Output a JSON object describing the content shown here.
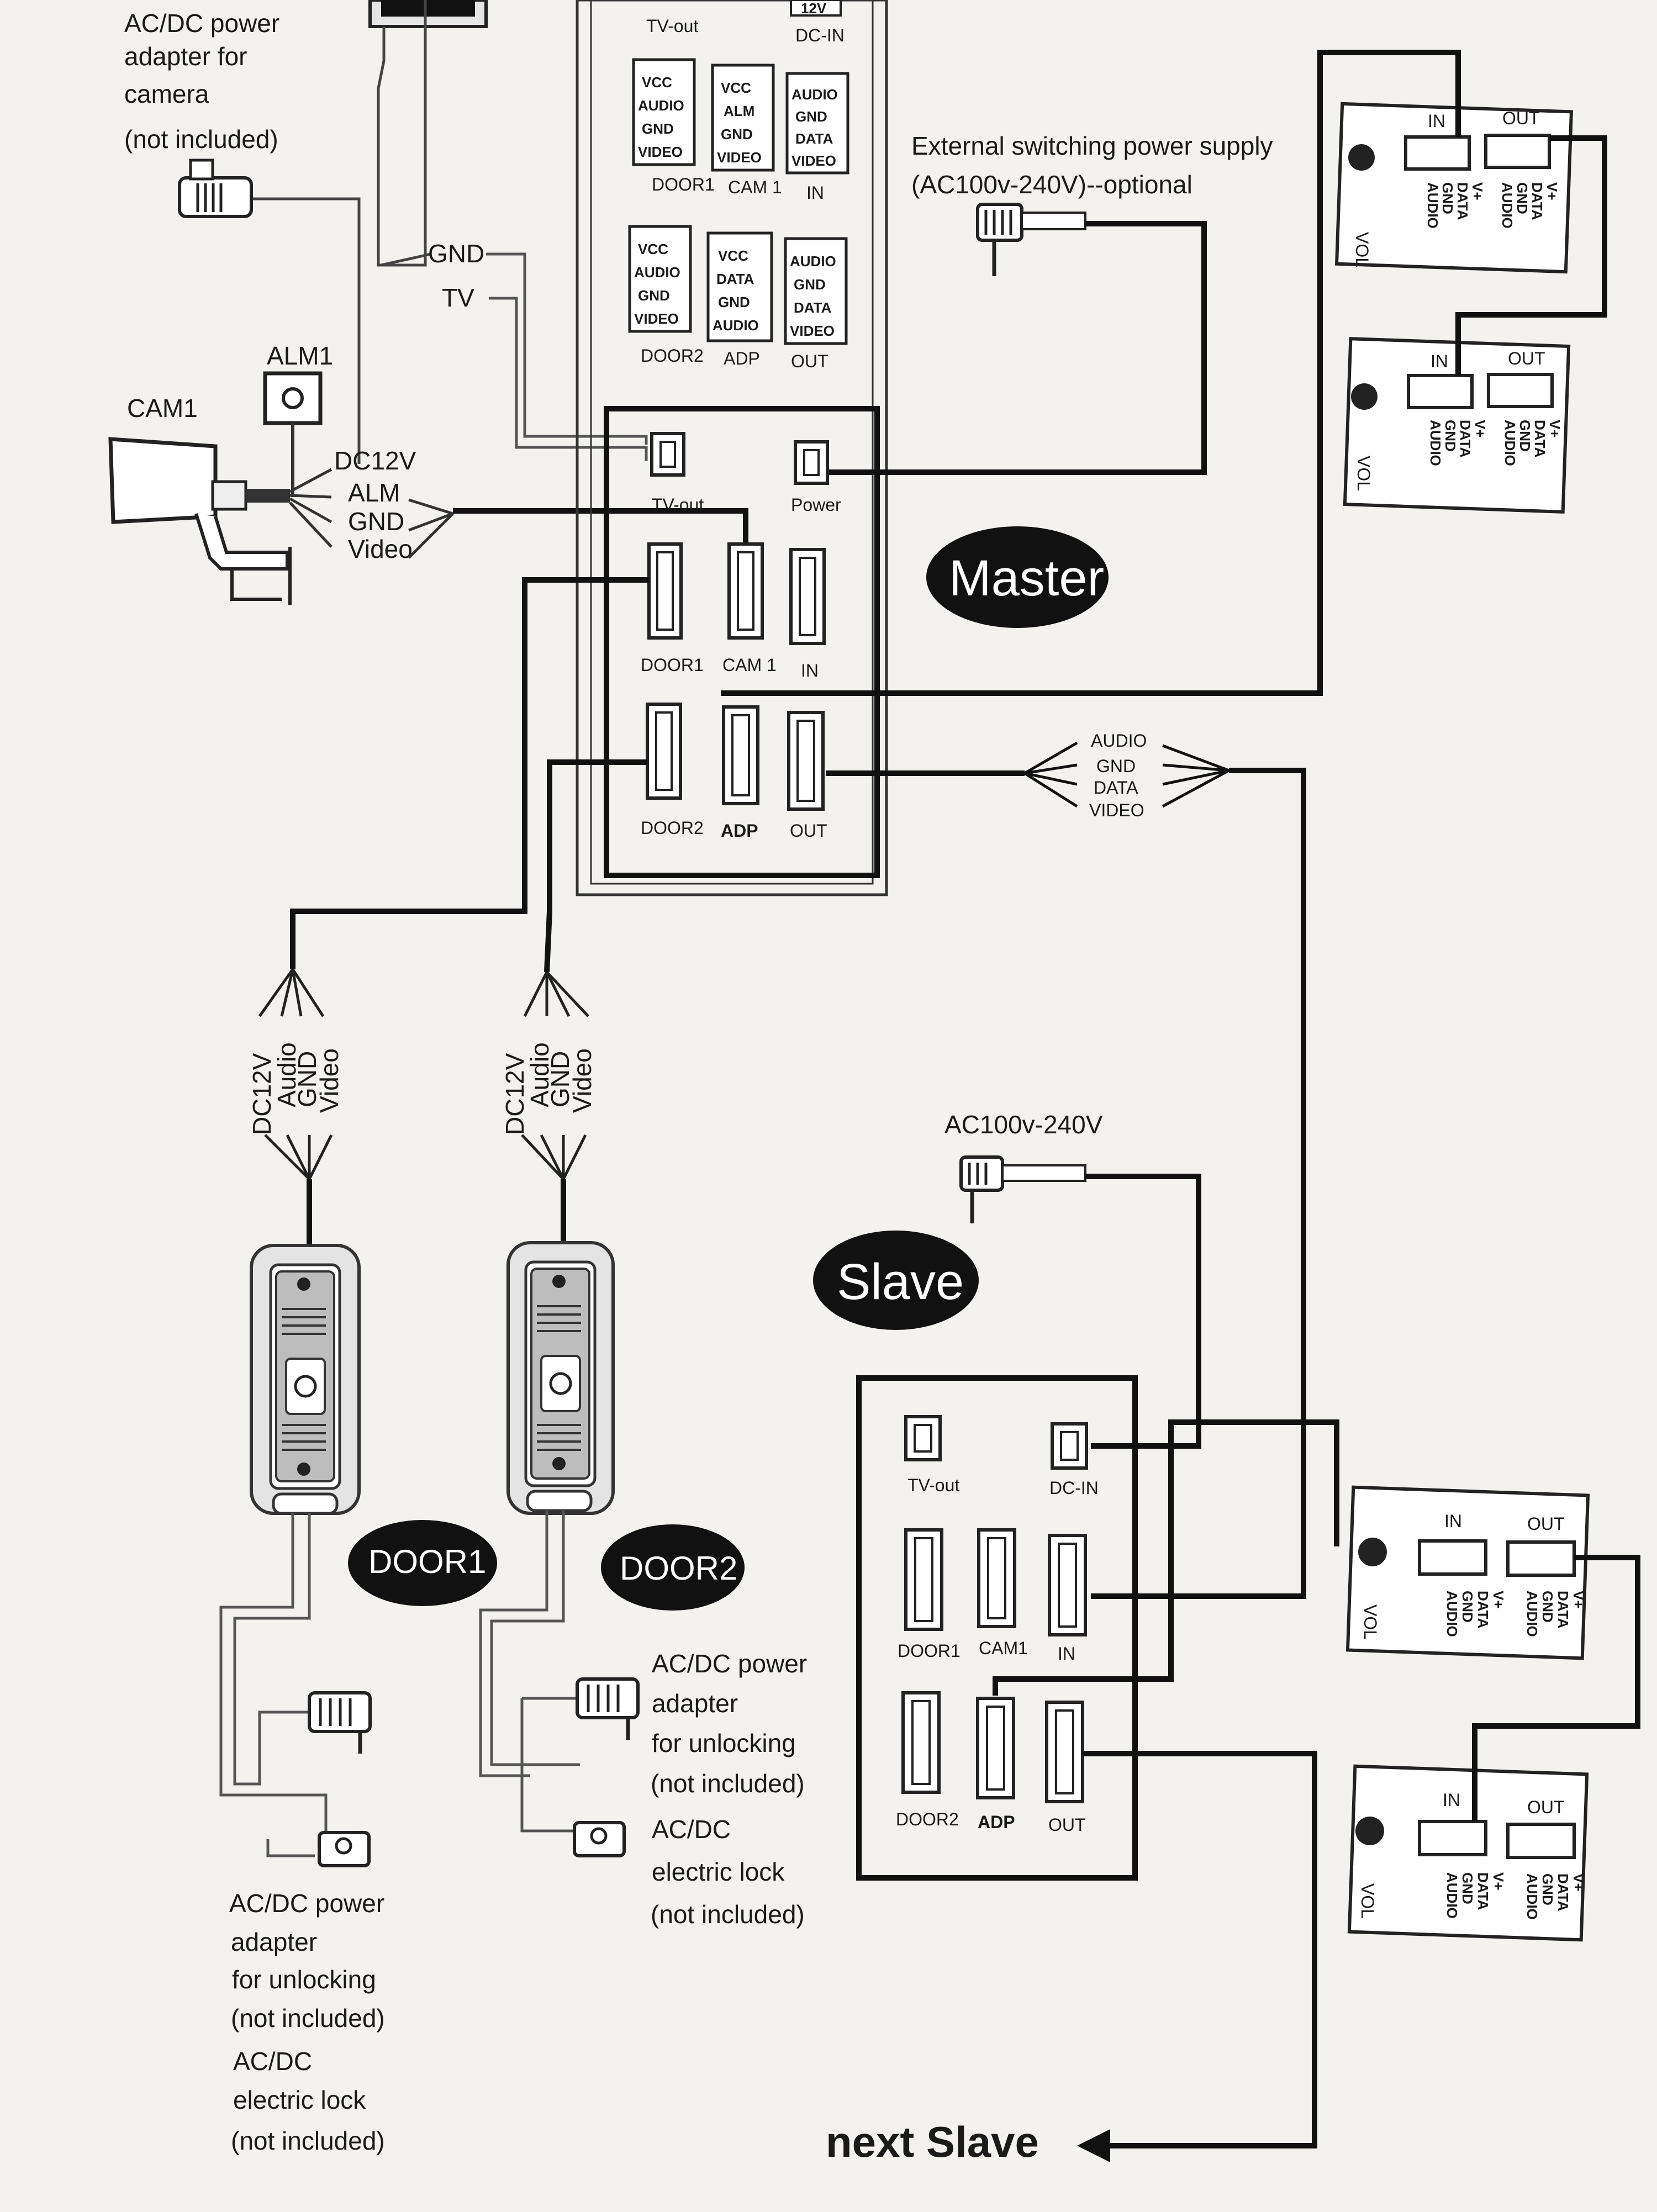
{
  "labels": {
    "cam_power": [
      "AC/DC power",
      "adapter for",
      "camera",
      "(not included)"
    ],
    "gnd": "GND",
    "tv": "TV",
    "alm1": "ALM1",
    "cam1": "CAM1",
    "cam_wires": [
      "DC12V",
      "ALM",
      "GND",
      "Video"
    ],
    "ext_psu": [
      "External switching power supply",
      "(AC100v-240V)--optional"
    ],
    "master": "Master",
    "slave": "Slave",
    "ac_slave": "AC100v-240V",
    "bus_wires": [
      "AUDIO",
      "GND",
      "DATA",
      "VIDEO"
    ],
    "door_wires_1": [
      "DC12V",
      "Audio",
      "GND",
      "Video"
    ],
    "door_wires_2": [
      "DC12V",
      "Audio",
      "GND",
      "Video"
    ],
    "door1": "DOOR1",
    "door2": "DOOR2",
    "unlock_left": [
      "AC/DC power",
      "adapter",
      "for unlocking",
      "(not included)",
      "AC/DC",
      "electric lock",
      "(not included)"
    ],
    "unlock_right": [
      "AC/DC power",
      "adapter",
      "for unlocking",
      "(not included)",
      "AC/DC",
      "electric lock",
      "(not included)"
    ],
    "next_slave": "next Slave"
  },
  "top_panel": {
    "top_row": [
      "TV-out",
      "DC-IN"
    ],
    "dc_badge": "12V",
    "blocks_row1": [
      {
        "pins": [
          "VCC",
          "AUDIO",
          "GND",
          "VIDEO"
        ],
        "name": "DOOR1"
      },
      {
        "pins": [
          "VCC",
          "ALM",
          "GND",
          "VIDEO"
        ],
        "name": "CAM 1"
      },
      {
        "pins": [
          "AUDIO",
          "GND",
          "DATA",
          "VIDEO"
        ],
        "name": "IN"
      }
    ],
    "blocks_row2": [
      {
        "pins": [
          "VCC",
          "AUDIO",
          "GND",
          "VIDEO"
        ],
        "name": "DOOR2"
      },
      {
        "pins": [
          "VCC",
          "DATA",
          "GND",
          "AUDIO"
        ],
        "name": "ADP"
      },
      {
        "pins": [
          "AUDIO",
          "GND",
          "DATA",
          "VIDEO"
        ],
        "name": "OUT"
      }
    ]
  },
  "master_ports": {
    "tv_out": "TV-out",
    "power": "Power",
    "door1": "DOOR1",
    "cam1": "CAM 1",
    "in": "IN",
    "door2": "DOOR2",
    "adp": "ADP",
    "out": "OUT"
  },
  "slave_ports": {
    "tv_out": "TV-out",
    "dc_in": "DC-IN",
    "door1": "DOOR1",
    "cam1": "CAM1",
    "in": "IN",
    "door2": "DOOR2",
    "adp": "ADP",
    "out": "OUT"
  },
  "extension": {
    "in": "IN",
    "out": "OUT",
    "vol": "VOL",
    "pins": [
      "AUDIO",
      "GND",
      "DATA",
      "V+"
    ]
  }
}
